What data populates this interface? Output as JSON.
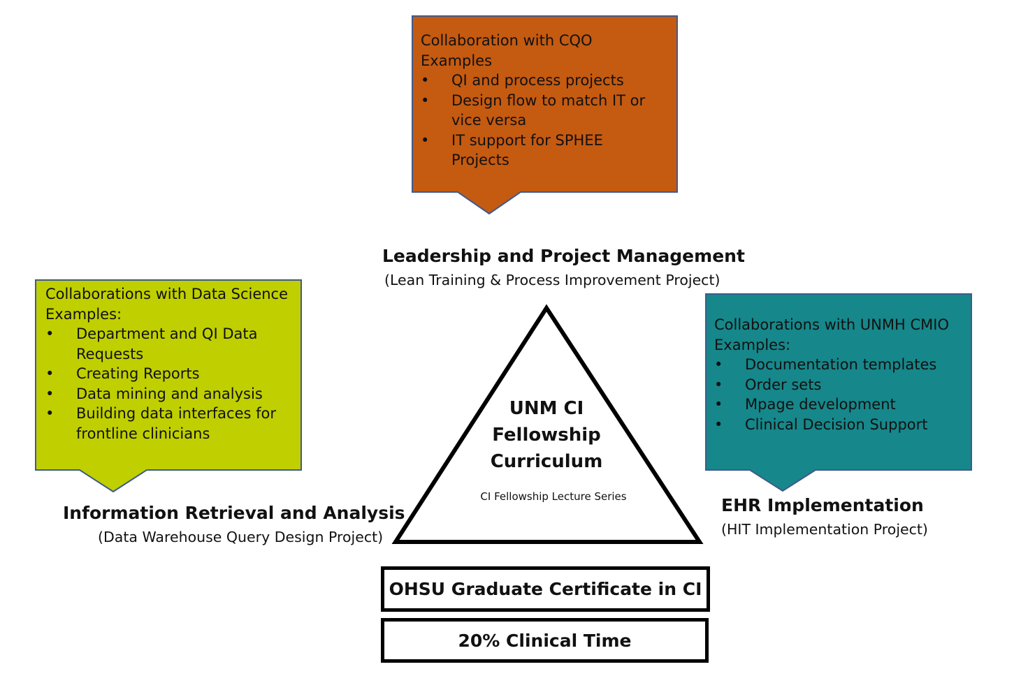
{
  "colors": {
    "cqo_fill": "#C55A11",
    "data_science_fill": "#C0CF00",
    "cmio_fill": "#16878A",
    "callout_border": "#3F5A8C",
    "outline": "#000000"
  },
  "callouts": {
    "cqo": {
      "lines": [
        "Collaboration with CQO",
        "Examples"
      ],
      "items": [
        "QI and process projects",
        "Design flow to match IT or vice versa",
        "IT support for SPHEE Projects"
      ]
    },
    "data_science": {
      "lines": [
        "Collaborations with Data Science",
        "Examples:"
      ],
      "items": [
        "Department and QI Data Requests",
        "Creating Reports",
        "Data mining and analysis",
        "Building data interfaces for frontline clinicians"
      ]
    },
    "cmio": {
      "lines": [
        "Collaborations with UNMH CMIO",
        "Examples:"
      ],
      "items": [
        "Documentation templates",
        "Order sets",
        "Mpage development",
        "Clinical Decision Support"
      ]
    }
  },
  "domains": {
    "leadership": {
      "title": "Leadership and Project Management",
      "subtitle": "(Lean Training & Process Improvement Project)"
    },
    "information": {
      "title": "Information Retrieval and Analysis",
      "subtitle": "(Data Warehouse Query Design Project)"
    },
    "ehr": {
      "title": "EHR Implementation",
      "subtitle": "(HIT Implementation Project)"
    }
  },
  "triangle": {
    "title_lines": [
      "UNM CI",
      "Fellowship",
      "Curriculum"
    ],
    "series": "CI Fellowship Lecture Series"
  },
  "foundation": {
    "certificate": "OHSU Graduate Certificate in CI",
    "clinical_time": "20% Clinical Time"
  }
}
